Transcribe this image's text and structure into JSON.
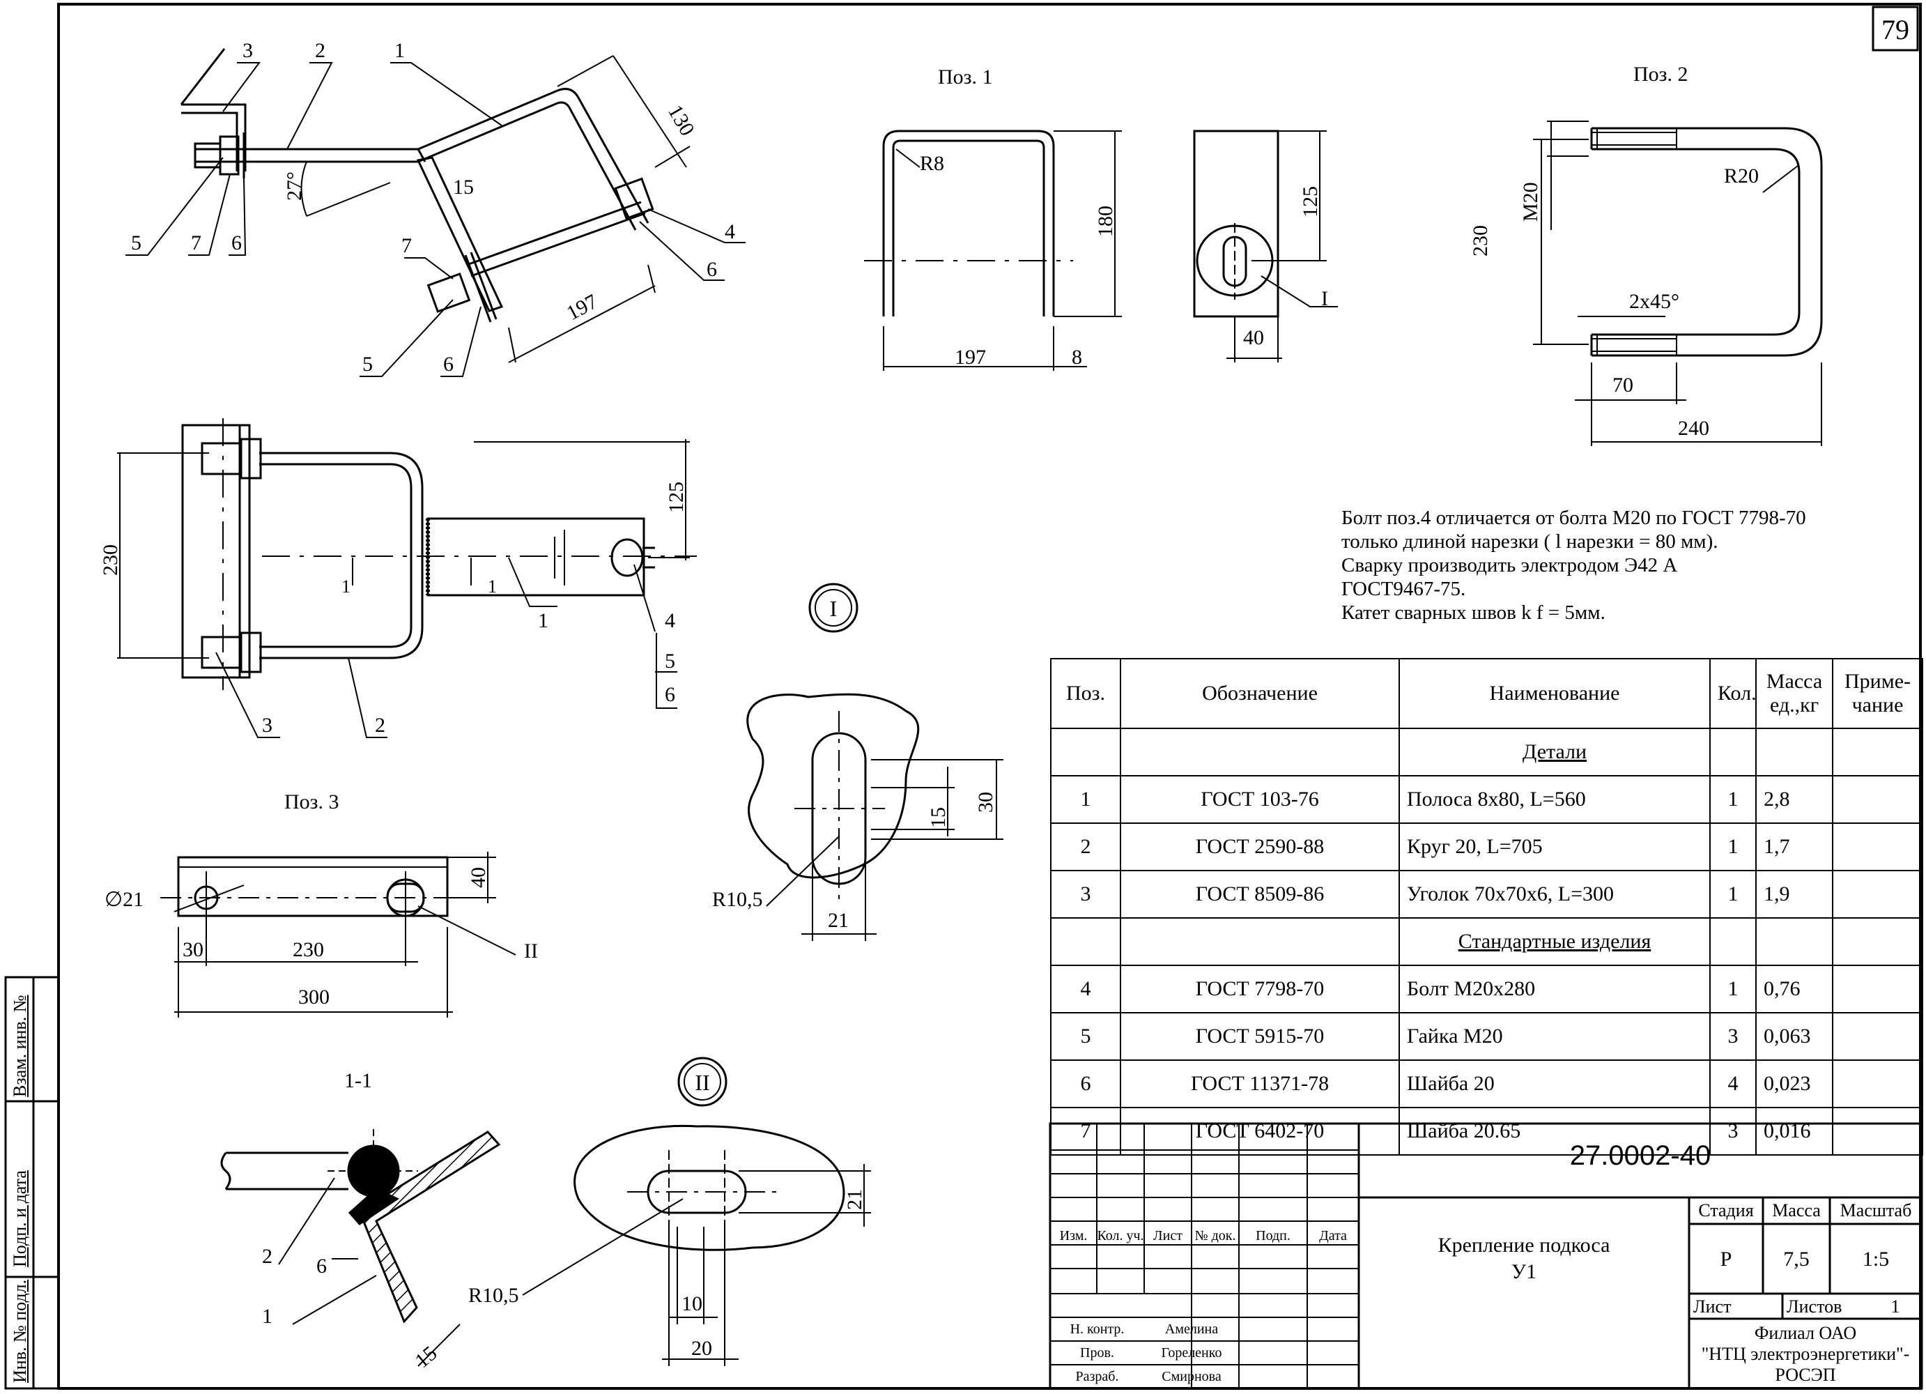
{
  "sheet_number": "79",
  "views": {
    "pos1_title": "Поз. 1",
    "pos2_title": "Поз. 2",
    "pos3_title": "Поз. 3",
    "section_title": "1-1",
    "detail1_label": "I",
    "detail2_label": "II"
  },
  "dims": {
    "main_130": "130",
    "main_27deg": "27°",
    "main_15": "15",
    "main_197": "197",
    "p1_R8": "R8",
    "p1_180": "180",
    "p1_197": "197",
    "p1_8": "8",
    "p1_125": "125",
    "p1_40": "40",
    "p1_I": "I",
    "p2_M20": "M20",
    "p2_R20": "R20",
    "p2_230": "230",
    "p2_chamfer": "2x45°",
    "p2_70": "70",
    "p2_240": "240",
    "plan_230": "230",
    "plan_125": "125",
    "p3_d21": "∅21",
    "p3_40": "40",
    "p3_30": "30",
    "p3_230": "230",
    "p3_300": "300",
    "p3_II": "II",
    "d1_30": "30",
    "d1_15": "15",
    "d1_R": "R10,5",
    "d1_21": "21",
    "d2_21": "21",
    "d2_R": "R10,5",
    "d2_10": "10",
    "d2_20": "20",
    "sec_6": "6",
    "sec_15": "15"
  },
  "callouts": {
    "c1": "1",
    "c2": "2",
    "c3": "3",
    "c4": "4",
    "c5": "5",
    "c6": "6",
    "c7": "7",
    "sec1": "1"
  },
  "notes": "Болт поз.4 отличается от болта М20 по ГОСТ 7798-70\nтолько длиной нарезки  ( l нарезки = 80 мм).\nСварку производить электродом Э42 А\n ГОСТ9467-75.\nКатет сварных швов k f = 5мм.",
  "spec_table": {
    "headers": [
      "Поз.",
      "Обозначение",
      "Наименование",
      "Кол.",
      "Масса ед.,кг",
      "Приме-чание"
    ],
    "section_details": "Детали",
    "section_standard": "Стандартные изделия",
    "rows_details": [
      {
        "pos": "1",
        "designation": "ГОСТ 103-76",
        "name": "Полоса 8х80, L=560",
        "qty": "1",
        "mass": "2,8",
        "note": ""
      },
      {
        "pos": "2",
        "designation": "ГОСТ 2590-88",
        "name": "Круг 20, L=705",
        "qty": "1",
        "mass": "1,7",
        "note": ""
      },
      {
        "pos": "3",
        "designation": "ГОСТ 8509-86",
        "name": "Уголок 70х70х6, L=300",
        "qty": "1",
        "mass": "1,9",
        "note": ""
      }
    ],
    "rows_standard": [
      {
        "pos": "4",
        "designation": "ГОСТ 7798-70",
        "name": "Болт М20х280",
        "qty": "1",
        "mass": "0,76",
        "note": ""
      },
      {
        "pos": "5",
        "designation": "ГОСТ 5915-70",
        "name": "Гайка М20",
        "qty": "3",
        "mass": "0,063",
        "note": ""
      },
      {
        "pos": "6",
        "designation": "ГОСТ 11371-78",
        "name": "Шайба 20",
        "qty": "4",
        "mass": "0,023",
        "note": ""
      },
      {
        "pos": "7",
        "designation": "ГОСТ 6402-70",
        "name": "Шайба 20.65",
        "qty": "3",
        "mass": "0,016",
        "note": ""
      }
    ]
  },
  "title_block": {
    "doc_code": "27.0002-40",
    "title_line1": "Крепление подкоса",
    "title_line2": "У1",
    "stage_label": "Стадия",
    "mass_label": "Масса",
    "scale_label": "Масштаб",
    "stage": "Р",
    "mass": "7,5",
    "scale": "1:5",
    "sheet_label": "Лист",
    "sheets_label": "Листов",
    "sheets": "1",
    "org": "Филиал ОАО\n\"НТЦ электроэнергетики\"-\nРОСЭП",
    "rev_headers": [
      "Изм.",
      "Кол. уч.",
      "Лист",
      "№ док.",
      "Подп.",
      "Дата"
    ],
    "roles": [
      {
        "role": "Н. контр.",
        "name": "Амелина"
      },
      {
        "role": "Пров.",
        "name": "Гореленко"
      },
      {
        "role": "Разраб.",
        "name": "Смирнова"
      }
    ]
  },
  "side_stamp": [
    "Инв. № подл.",
    "Подп. и дата",
    "Взам. инв. №"
  ]
}
